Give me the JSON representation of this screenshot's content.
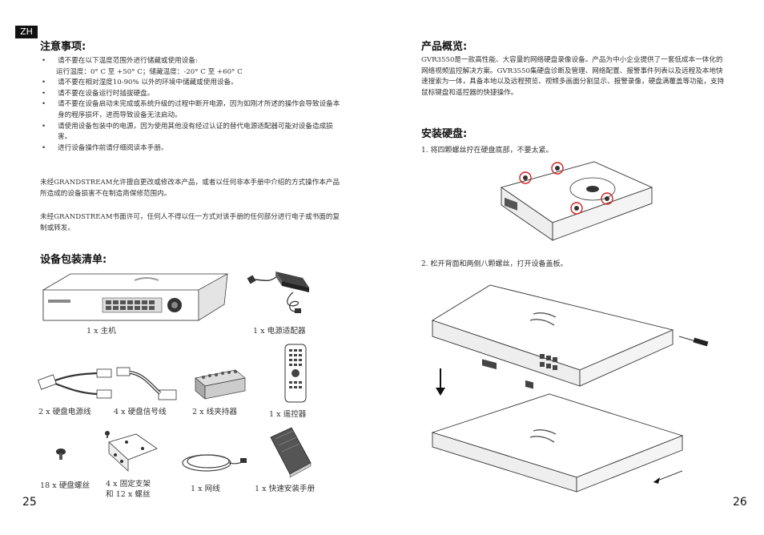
{
  "lang_tag": "ZH",
  "left": {
    "notes_title": "注意事项:",
    "notes": [
      "请不要在以下温度范围外进行储藏或使用设备:",
      "请不要在相对湿度10-90% 以外的环境中储藏或使用设备。",
      "请不要在设备运行时插拔硬盘。",
      "请不要在设备启动未完成或系统升级的过程中断开电源，因为如刚才所述的操作会导致设备本身的程序损坏，进而导致设备无法启动。",
      "请使用设备包装中的电源，因为使用其他没有经过认证的替代电源适配器可能对设备造成损害。",
      "进行设备操作前请仔细阅读本手册。"
    ],
    "temp_line": "运行温度：0° C 至 +50° C；储藏温度：-20° C 至 +60° C",
    "para1": "未经GRANDSTREAM允许擅自更改或修改本产品，或者以任何非本手册中介绍的方式操作本产品所造成的设备损害不在制造商保修范围内。",
    "para2": "未经GRANDSTREAM书面许可，任何人不得以任一方式对该手册的任何部分进行电子或书面的复制或转发。",
    "package_title": "设备包装清单:",
    "items": {
      "host": "1 x 主机",
      "power": "1 x 电源适配器",
      "hdd_power": "2 x 硬盘电源线",
      "hdd_signal": "4 x 硬盘信号线",
      "terminal": "2 x 线夹持器",
      "remote": "1 x 遥控器",
      "screws": "18 x 硬盘螺丝",
      "bracket_1": "4 x 固定支架",
      "bracket_2": "和 12 x 螺丝",
      "cable": "1 x 网线",
      "guide": "1 x 快速安装手册"
    },
    "page_number": "25"
  },
  "right": {
    "overview_title": "产品概览:",
    "overview": "GVR3550是一款高性能、大容量的网络硬盘录像设备。产品为中小企业提供了一套低成本一体化的网络视频监控解决方案。GVR3550集硬盘诊断及管理、网络配置、报警事件列表以及远程及本地快速搜索为一体，具备本地以及远程预览、视频多画面分割显示、报警录像，硬盘满覆盖等功能，支持鼠标键盘和遥控器的快捷操作。",
    "install_title": "安装硬盘:",
    "step1": "1. 将四颗螺丝拧在硬盘底部，不要太紧。",
    "step2": "2. 松开背面和两侧八颗螺丝，打开设备盖板。",
    "page_number": "26"
  },
  "colors": {
    "highlight_circle": "#d22020",
    "tag_bg": "#111111"
  }
}
